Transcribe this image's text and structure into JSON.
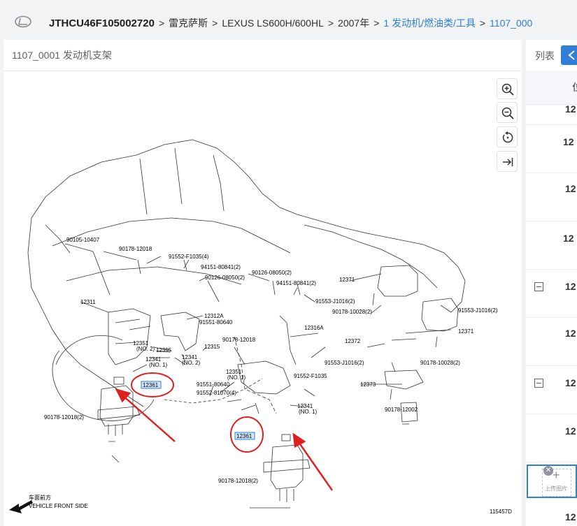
{
  "breadcrumb": {
    "vin": "JTHCU46F105002720",
    "items": [
      "雷克萨斯",
      "LEXUS LS600H/600HL",
      "2007年"
    ],
    "links": [
      "1 发动机/燃油类/工具",
      "1107_000"
    ]
  },
  "panel": {
    "title": "1107_0001 发动机支架"
  },
  "diagram": {
    "labels": {
      "l1": "90105-10407",
      "l2": "90178-12018",
      "l3": "91552-F1035(4)",
      "l4": "94151-80841(2)",
      "l5": "90126-08050(2)",
      "l6": "90126-08050(2)",
      "l7": "94151-80841(2)",
      "l8": "12371",
      "l9": "12311",
      "l10": "12312A",
      "l11": "91553-J1016(2)",
      "l12": "90178-12018",
      "l13": "91551-80640",
      "l14": "90178-10028(2)",
      "l15": "91553-J1016(2)",
      "l16": "12316A",
      "l17": "12351",
      "l18": "(NO. 2)",
      "l19": "12395",
      "l20": "12341",
      "l21": "(NO. 2)",
      "l22": "12315",
      "l23": "12371",
      "l24": "12372",
      "l25": "12341",
      "l26": "(NO. 1)",
      "l27": "12351",
      "l28": "(NO. 1)",
      "l29": "91553-J1016(2)",
      "l30": "90178-10028(2)",
      "l31": "91551-80640",
      "l32": "91552-F1035",
      "l33": "91552-81070(4)",
      "l34": "12373",
      "l35": "12341",
      "l36": "(NO. 1)",
      "l37": "90178-12002",
      "l38": "90178-12018(2)",
      "l39": "90178-12018(2)",
      "l40": "车面前方",
      "l41": "VEHICLE FRONT SIDE",
      "l42": "115457D",
      "h1": "12361",
      "h2": "12361"
    }
  },
  "tools": [
    "zoom-in-icon",
    "zoom-out-icon",
    "rotate-icon",
    "fit-icon"
  ],
  "right": {
    "list_label": "列表",
    "head": "位",
    "rows": [
      "12",
      "12",
      "12",
      "12",
      "12",
      "12",
      "12",
      "12",
      "12"
    ]
  },
  "upload": {
    "text": "上传图片"
  },
  "colors": {
    "accent": "#2f7fd8",
    "highlight": "#e02020"
  }
}
